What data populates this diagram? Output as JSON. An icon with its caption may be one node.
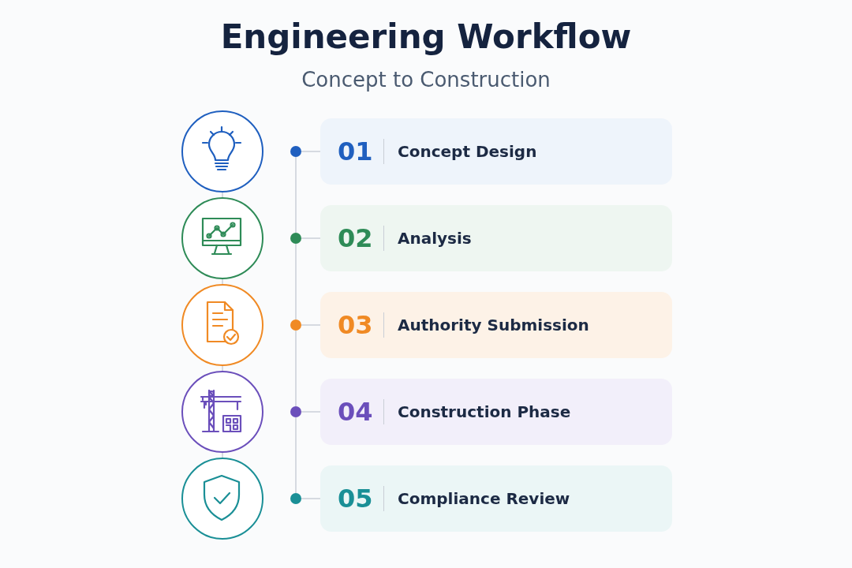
{
  "diagram": {
    "title": "Engineering Workflow",
    "caption": "Concept to Construction",
    "nodes": [
      {
        "text": [
          "01",
          "Concept Design"
        ]
      },
      {
        "text": [
          "02",
          "Analysis"
        ]
      },
      {
        "text": [
          "03",
          "Authority Submission"
        ]
      },
      {
        "text": [
          "04",
          "Construction Phase"
        ]
      },
      {
        "text": [
          "05",
          "Compliance Review"
        ]
      },
      {
        "text": [],
        "shape": "circle"
      },
      {
        "text": [],
        "shape": "circle"
      },
      {
        "text": [],
        "shape": "circle"
      },
      {
        "text": [],
        "shape": "circle"
      },
      {
        "text": [],
        "shape": "circle"
      },
      {
        "text": [],
        "shape": "circle"
      },
      {
        "text": [],
        "shape": "circle"
      },
      {
        "text": [],
        "shape": "circle"
      },
      {
        "text": [],
        "shape": "circle"
      },
      {
        "text": [],
        "shape": "circle"
      }
    ],
    "edges": [
      {
        "from": 5,
        "to": 6,
        "arrow": "none"
      },
      {
        "from": 6,
        "to": 7,
        "arrow": "none"
      },
      {
        "from": 7,
        "to": 8,
        "arrow": "none"
      },
      {
        "from": 8,
        "to": 9,
        "arrow": "none"
      },
      {
        "from": 10,
        "to": 0,
        "arrow": "none"
      },
      {
        "from": 11,
        "to": 1,
        "arrow": "none"
      },
      {
        "from": 12,
        "to": 2,
        "arrow": "none"
      },
      {
        "from": 13,
        "to": 3,
        "arrow": "none"
      },
      {
        "from": 14,
        "to": 4,
        "arrow": "none"
      },
      {
        "from": 10,
        "to": 11,
        "arrow": "none"
      },
      {
        "from": 11,
        "to": 12,
        "arrow": "none"
      },
      {
        "from": 12,
        "to": 13,
        "arrow": "none"
      },
      {
        "from": 13,
        "to": 14,
        "arrow": "none"
      }
    ]
  }
}
